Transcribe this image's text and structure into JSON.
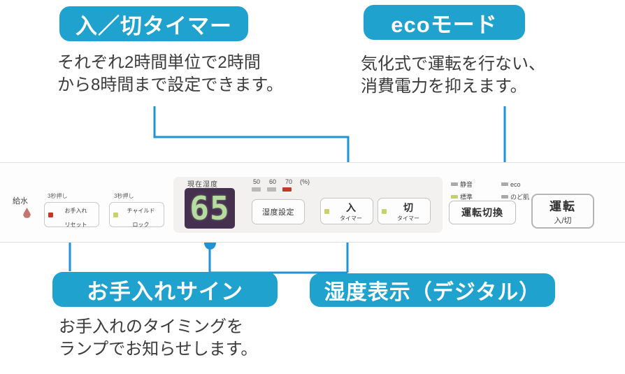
{
  "callouts": {
    "timer": {
      "badge": "入／切タイマー",
      "desc": "それぞれ2時間単位で2時間\nから8時間まで設定できます。"
    },
    "eco": {
      "badge": "ecoモード",
      "desc": "気化式で運転を行ない、\n消費電力を抑えます。"
    },
    "care_sign": {
      "badge": "お手入れサイン",
      "desc": "お手入れのタイミングを\nランプでお知らせします。"
    },
    "humidity_display": {
      "badge": "湿度表示（デジタル）"
    }
  },
  "panel": {
    "water_supply": {
      "label": "給水",
      "icon": "droplet-icon"
    },
    "care_reset": {
      "hold_label": "3秒押し",
      "line1": "お手入れ",
      "line2": "リセット",
      "led_color": "#c0392b"
    },
    "child_lock": {
      "hold_label": "3秒押し",
      "line1": "チャイルド",
      "line2": "ロック",
      "led_color": "#c9d26a"
    },
    "display": {
      "label": "現在湿度",
      "value": "65",
      "panel_color": "#46304f",
      "digit_color": "#b6dda0"
    },
    "scale": {
      "values": [
        "50",
        "60",
        "70"
      ],
      "unit": "(%)",
      "leds_on": [
        false,
        false,
        true
      ],
      "on_color": "#c0392b",
      "off_color": "#b9b9b9"
    },
    "humidity_set_button": {
      "label": "湿度設定"
    },
    "on_timer": {
      "main": "入",
      "sub": "タイマー"
    },
    "off_timer": {
      "main": "切",
      "sub": "タイマー"
    },
    "modes": [
      {
        "label": "静音",
        "on": false
      },
      {
        "label": "eco",
        "on": false
      },
      {
        "label": "標準",
        "on": true
      },
      {
        "label": "のど肌",
        "on": false
      }
    ],
    "mode_switch_button": {
      "label": "運転切換"
    },
    "power_button": {
      "main": "運転",
      "sub": "入/切"
    }
  },
  "theme": {
    "badge_blue": "#1fa2cd",
    "connector_blue": "#1f93d4",
    "text_dark": "#3b3b3b"
  }
}
